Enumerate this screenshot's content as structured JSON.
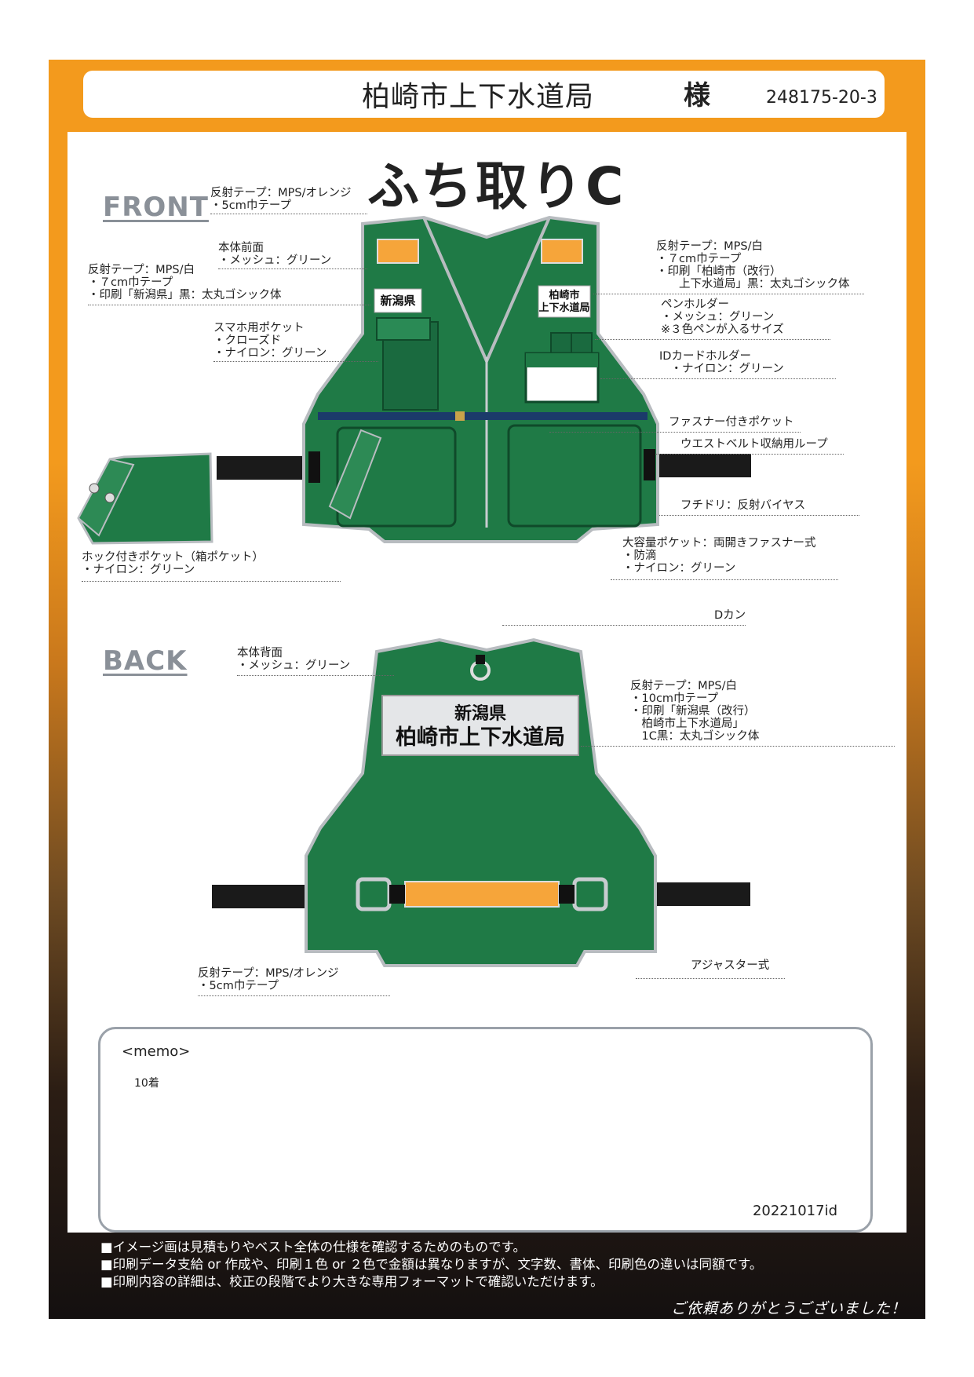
{
  "header": {
    "customer": "柏崎市上下水道局",
    "honorific": "様",
    "order_code": "248175-20-3"
  },
  "title": "ふち取りC",
  "front_label": "FRONT",
  "back_label": "BACK",
  "colors": {
    "frame_orange": "#f39a1d",
    "vest_green": "#1f7a46",
    "reflective_orange": "#f6a53a",
    "trim_gray": "#b8bcc0"
  },
  "vest_front_print": {
    "left": "新潟県",
    "right_line1": "柏崎市",
    "right_line2": "上下水道局"
  },
  "vest_back_print": {
    "line1": "新潟県",
    "line2": "柏崎市上下水道局"
  },
  "front_annotations": {
    "reflect_orange_top": "反射テープ：MPS/オレンジ\n・5cm巾テープ",
    "body_front": "本体前面\n・メッシュ：グリーン",
    "reflect_white_left": "反射テープ：MPS/白\n・７cm巾テープ\n・印刷「新潟県」黒：太丸ゴシック体",
    "phone_pocket": "スマホ用ポケット\n・クローズド\n・ナイロン：グリーン",
    "reflect_white_right": "反射テープ：MPS/白\n・７cm巾テープ\n・印刷「柏崎市（改行）\n　　上下水道局」黒：太丸ゴシック体",
    "pen_holder": "ペンホルダー\n・メッシュ：グリーン\n※３色ペンが入るサイズ",
    "id_holder": "IDカードホルダー\n　・ナイロン：グリーン",
    "zip_pocket": "ファスナー付きポケット",
    "belt_loop": "ウエストベルト収納用ループ",
    "binding": "フチドリ：反射バイヤス",
    "large_pocket": "大容量ポケット：両開きファスナー式\n・防滴\n・ナイロン：グリーン",
    "hook_pocket": "ホック付きポケット（箱ポケット）\n・ナイロン：グリーン"
  },
  "back_annotations": {
    "d_ring": "Dカン",
    "body_back": "本体背面\n・メッシュ：グリーン",
    "reflect_white_back": "反射テープ：MPS/白\n・10cm巾テープ\n・印刷「新潟県（改行）\n　柏崎市上下水道局」\n　1C黒：太丸ゴシック体",
    "adjuster": "アジャスター式",
    "reflect_orange_back": "反射テープ：MPS/オレンジ\n・5cm巾テープ"
  },
  "memo": {
    "label": "<memo>",
    "text": "10着",
    "date": "20221017id"
  },
  "notes": [
    "■イメージ画は見積もりやベスト全体の仕様を確認するためのものです。",
    "■印刷データ支給 or 作成や、印刷１色 or ２色で金額は異なりますが、文字数、書体、印刷色の違いは同額です。",
    "■印刷内容の詳細は、校正の段階でより大きな専用フォーマットで確認いただけます。"
  ],
  "thanks": "ご依頼ありがとうございました！"
}
